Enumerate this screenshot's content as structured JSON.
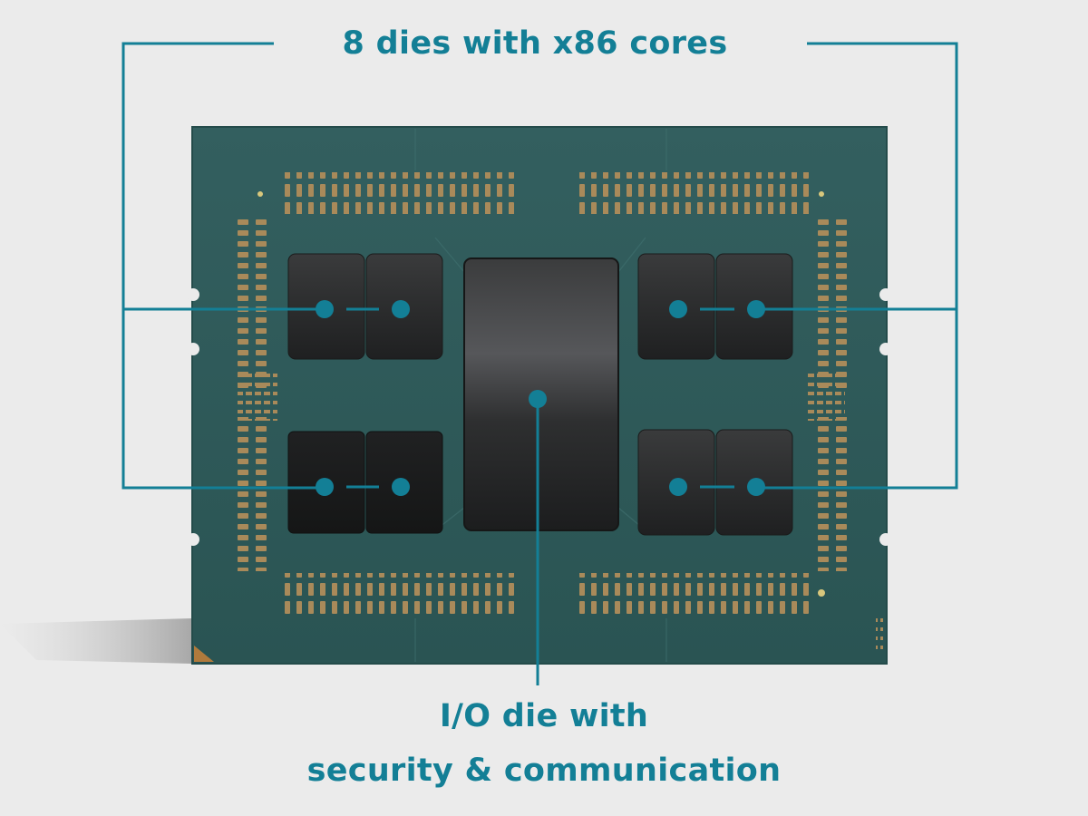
{
  "diagram": {
    "top_label": "8 dies with x86 cores",
    "bottom_label_line1": "I/O die with",
    "bottom_label_line2": "security & communication"
  },
  "colors": {
    "background": "#ebebeb",
    "accent": "#137f96",
    "substrate": "#2e5a59",
    "die": "#2e2f30",
    "pad": "#a98a5a"
  }
}
